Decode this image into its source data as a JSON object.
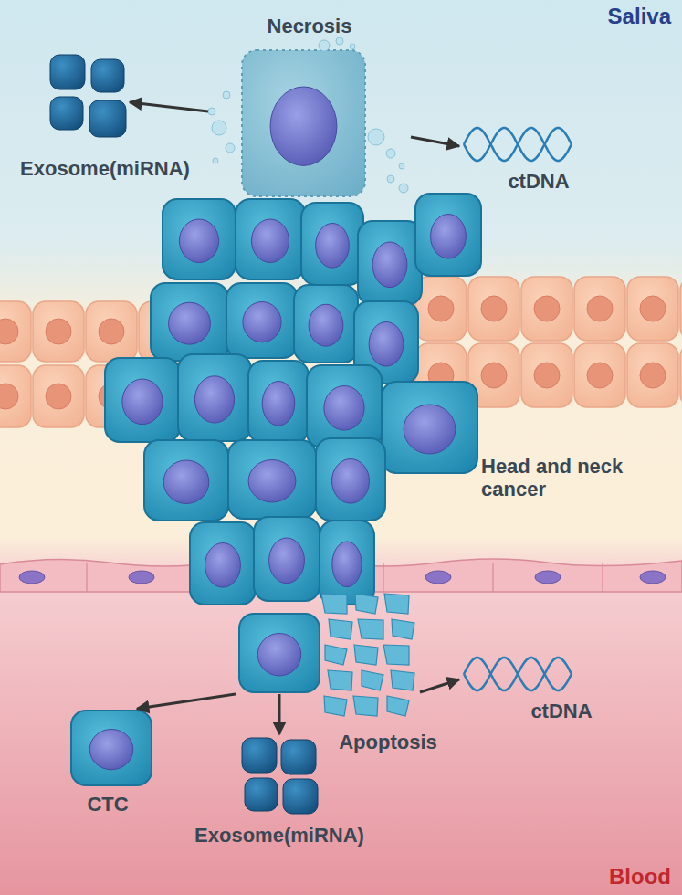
{
  "diagram": {
    "nodes": [
      {
        "text": [
          "Necrosis"
        ]
      },
      {
        "text": [
          "Exosome(miRNA)"
        ]
      },
      {
        "text": [
          "ctDNA"
        ]
      },
      {
        "text": [
          "Head and neck cancer"
        ]
      },
      {
        "text": [
          "CTC"
        ]
      },
      {
        "text": [
          "Apoptosis"
        ]
      },
      {
        "text": [
          "ctDNA"
        ]
      },
      {
        "text": [
          "Exosome(miRNA)"
        ]
      }
    ],
    "edges": [
      {
        "from": 0,
        "to": 1,
        "arrow": "to"
      },
      {
        "from": 0,
        "to": 2,
        "arrow": "to"
      },
      {
        "from": 3,
        "to": 4,
        "arrow": "to"
      },
      {
        "from": 3,
        "to": 7,
        "arrow": "to"
      },
      {
        "from": 5,
        "to": 6,
        "arrow": "to"
      }
    ],
    "labels": [
      "Saliva",
      "Blood"
    ]
  }
}
